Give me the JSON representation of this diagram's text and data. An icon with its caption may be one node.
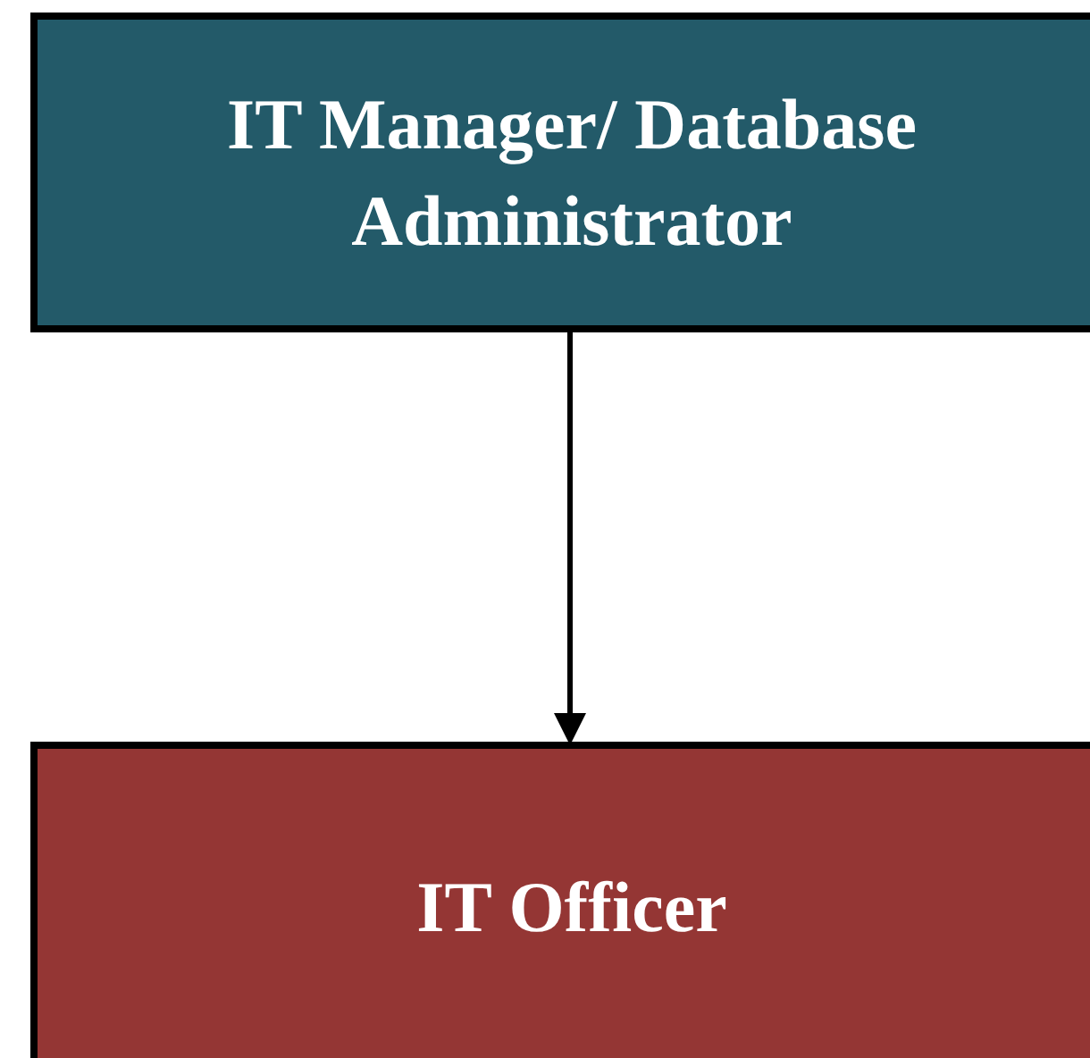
{
  "diagram": {
    "nodes": [
      {
        "text": [
          "IT Manager/ Database Administrator"
        ]
      },
      {
        "text": [
          "IT Officer"
        ]
      }
    ],
    "edges": [
      {
        "from": 0,
        "to": 1,
        "arrow": "to"
      }
    ]
  }
}
